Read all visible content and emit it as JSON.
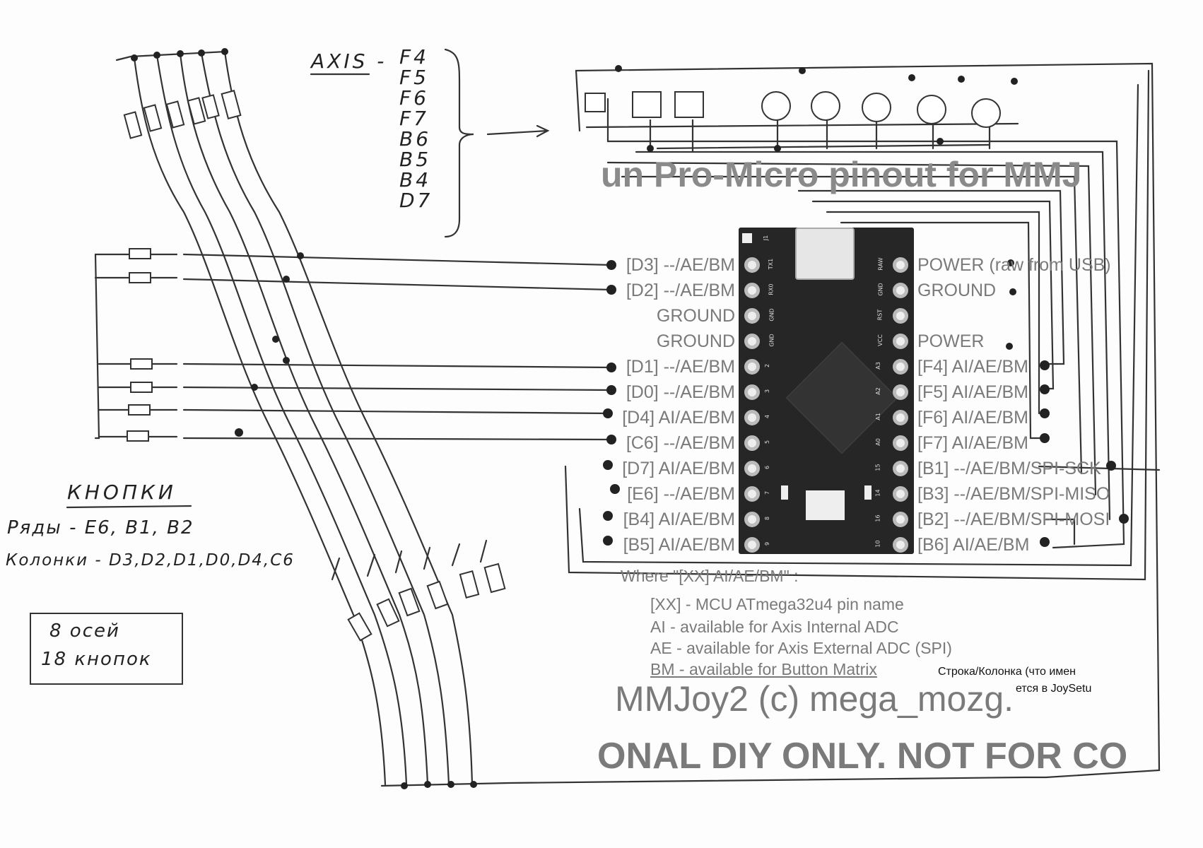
{
  "axis_note": {
    "title": "AXIS -",
    "pins": [
      "F4",
      "F5",
      "F6",
      "F7",
      "B6",
      "B5",
      "B4",
      "D7"
    ]
  },
  "buttons_note": {
    "title": "КНОПКИ",
    "rows": "Ряды - E6, B1, B2",
    "cols": "Колонки - D3,D2,D1,D0,D4,C6"
  },
  "summary_box": {
    "line1": "8 осей",
    "line2": "18 кнопок"
  },
  "board": {
    "title_fragment": "un Pro-Micro pinout for MMJ",
    "left_pins": [
      "[D3] --/AE/BM",
      "[D2] --/AE/BM",
      "GROUND",
      "GROUND",
      "[D1] --/AE/BM",
      "[D0] --/AE/BM",
      "[D4] AI/AE/BM",
      "[C6] --/AE/BM",
      "[D7] AI/AE/BM",
      "[E6] --/AE/BM",
      "[B4] AI/AE/BM",
      "[B5] AI/AE/BM"
    ],
    "right_pins": [
      "POWER (raw from USB)",
      "GROUND",
      "",
      "POWER",
      "[F4] AI/AE/BM",
      "[F5] AI/AE/BM",
      "[F6] AI/AE/BM",
      "[F7] AI/AE/BM",
      "[B1] --/AE/BM/SPI-SCK",
      "[B3] --/AE/BM/SPI-MISO",
      "[B2] --/AE/BM/SPI-MOSI",
      "[B6] AI/AE/BM"
    ],
    "silk_left": [
      "TX1",
      "RX0",
      "GND",
      "GND",
      "2",
      "3",
      "4",
      "5",
      "6",
      "7",
      "8",
      "9"
    ],
    "silk_right": [
      "RAW",
      "GND",
      "RST",
      "VCC",
      "A3",
      "A2",
      "A1",
      "A0",
      "15",
      "14",
      "16",
      "10"
    ],
    "silk_j1": "J1"
  },
  "legend": {
    "heading": "Where \"[XX] AI/AE/BM\" :",
    "lines": [
      "[XX] - MCU ATmega32u4 pin name",
      "AI - available for Axis Internal ADC",
      "AE - available for Axis External ADC (SPI)",
      "BM - available for Button Matrix"
    ],
    "annotation1": "Строка/Колонка (что имен",
    "annotation2": "ется в JoySetu",
    "credit": "MMJoy2 (c) mega_mozg.",
    "warning": "ONAL DIY ONLY. NOT FOR CO"
  }
}
